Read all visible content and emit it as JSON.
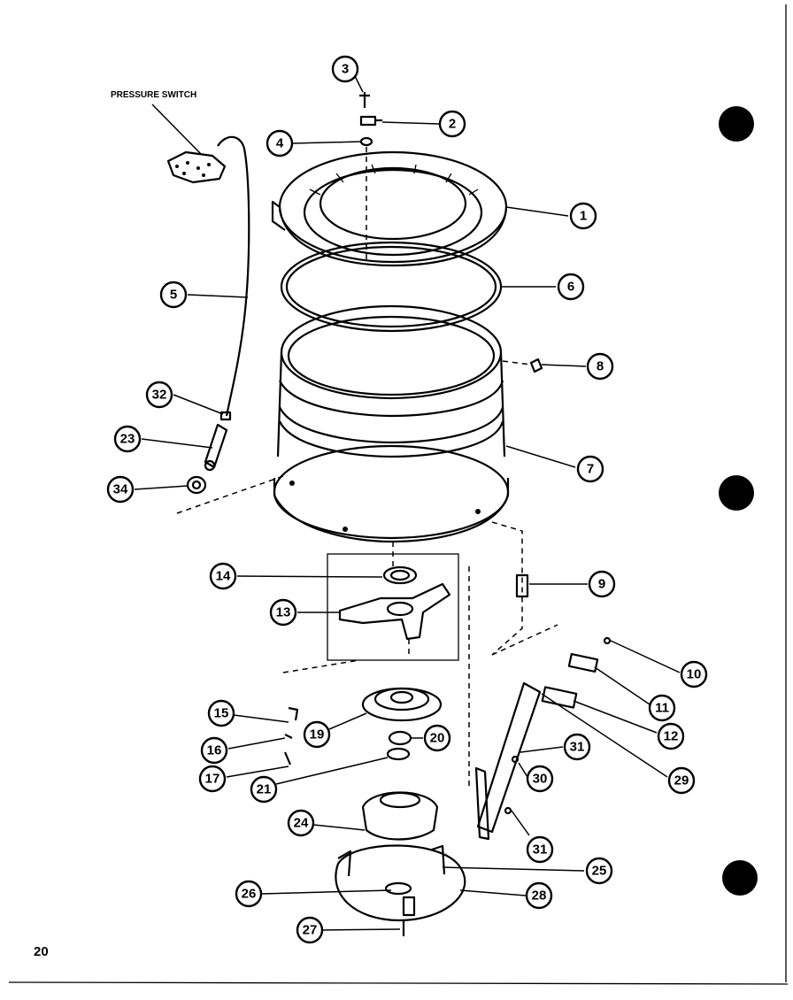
{
  "page_number": "20",
  "labels": {
    "pressure_switch": "PRESSURE SWITCH"
  },
  "callouts": {
    "c1": "1",
    "c2": "2",
    "c3": "3",
    "c4": "4",
    "c5": "5",
    "c6": "6",
    "c7": "7",
    "c8": "8",
    "c9": "9",
    "c10": "10",
    "c11": "11",
    "c12": "12",
    "c13": "13",
    "c14": "14",
    "c15": "15",
    "c16": "16",
    "c17": "17",
    "c19": "19",
    "c20": "20",
    "c21": "21",
    "c23": "23",
    "c24": "24",
    "c25": "25",
    "c26": "26",
    "c27": "27",
    "c28": "28",
    "c29": "29",
    "c30": "30",
    "c31a": "31",
    "c31b": "31",
    "c32": "32",
    "c34": "34"
  }
}
